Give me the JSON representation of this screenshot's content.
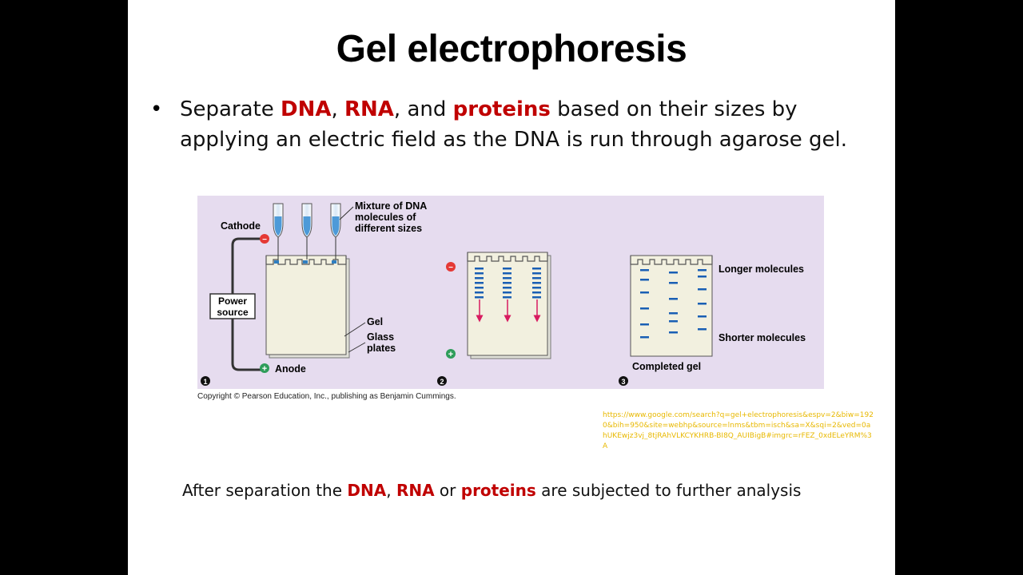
{
  "title": "Gel electrophoresis",
  "bullet": {
    "marker": "•",
    "t1": "Separate ",
    "dna": "DNA",
    "t2": ", ",
    "rna": "RNA",
    "t3": ", and ",
    "proteins": "proteins",
    "t4": " based on their sizes by applying an electric field as the DNA is run through agarose gel."
  },
  "figure": {
    "labels": {
      "cathode": "Cathode",
      "power1": "Power",
      "power2": "source",
      "anode": "Anode",
      "mix1": "Mixture of DNA",
      "mix2": "molecules of",
      "mix3": "different sizes",
      "gel": "Gel",
      "glass1": "Glass",
      "glass2": "plates",
      "longer": "Longer molecules",
      "shorter": "Shorter molecules",
      "completed": "Completed gel",
      "minus": "−",
      "plus": "+"
    },
    "steps": [
      "1",
      "2",
      "3"
    ],
    "colors": {
      "background": "#e6dcef",
      "band": "#1a5fb4",
      "arrow": "#d81b60",
      "minus": "#e53935",
      "plus": "#2e9d5a"
    }
  },
  "copyright": "Copyright © Pearson Education, Inc., publishing as Benjamin Cummings.",
  "link": "https://www.google.com/search?q=gel+electrophoresis&espv=2&biw=1920&bih=950&site=webhp&source=lnms&tbm=isch&sa=X&sqi=2&ved=0ahUKEwjz3vj_8tjRAhVLKCYKHRB-BI8Q_AUIBigB#imgrc=rFEZ_0xdELeYRM%3A",
  "bottom": {
    "t1": "After separation the  ",
    "dna": "DNA",
    "t2": ", ",
    "rna": "RNA",
    "t3": " or ",
    "proteins": "proteins",
    "t4": " are subjected to further analysis"
  }
}
